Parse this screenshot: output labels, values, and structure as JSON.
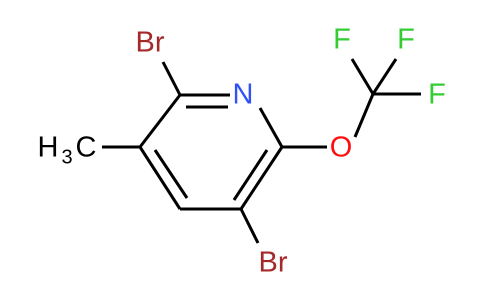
{
  "molecule": {
    "atoms": {
      "br_top": "Br",
      "n": "N",
      "f_left": "F",
      "f_mid": "F",
      "f_right": "F",
      "o": "O",
      "ch3_h": "H",
      "ch3_sub": "3",
      "ch3_c": "C",
      "br_bottom": "Br"
    },
    "colors": {
      "bromine": "#a62929",
      "nitrogen": "#3050f8",
      "oxygen": "#ff0d0d",
      "fluorine": "#33cc33",
      "carbon": "#000000",
      "bond": "#000000"
    }
  }
}
